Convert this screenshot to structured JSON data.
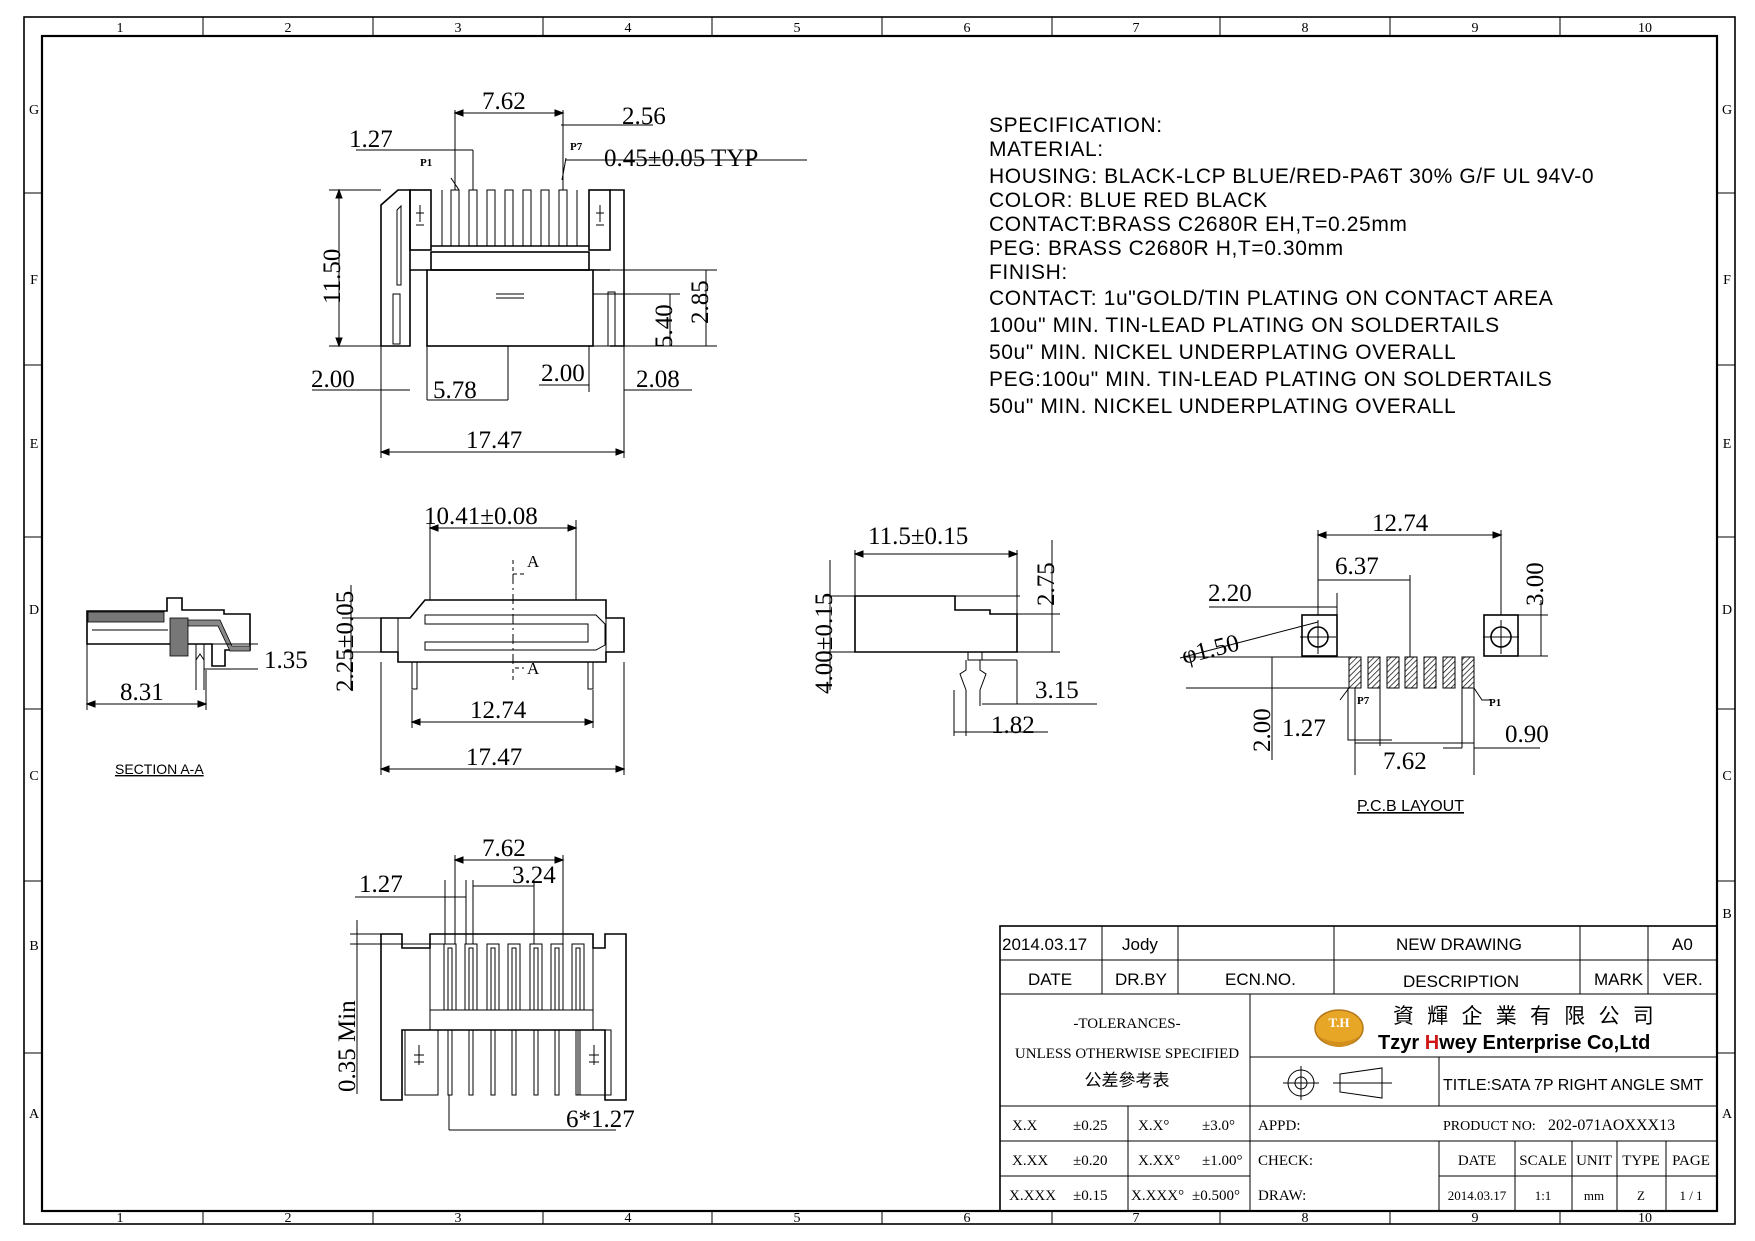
{
  "frame": {
    "col_labels": [
      "1",
      "2",
      "3",
      "4",
      "5",
      "6",
      "7",
      "8",
      "9",
      "10"
    ],
    "row_labels": [
      "G",
      "F",
      "E",
      "D",
      "C",
      "B",
      "A"
    ]
  },
  "spec": {
    "lines": [
      "SPECIFICATION:",
      "MATERIAL:",
      "HOUSING: BLACK-LCP   BLUE/RED-PA6T 30% G/F UL 94V-0",
      "COLOR:   BLUE    RED    BLACK",
      "CONTACT:BRASS  C2680R  EH,T=0.25mm",
      "PEG:  BRASS  C2680R  H,T=0.30mm",
      "FINISH:",
      "CONTACT:  1u\"GOLD/TIN  PLATING  ON  CONTACT  AREA",
      "100u\"  MIN.  TIN-LEAD  PLATING  ON  SOLDERTAILS",
      "50u\"  MIN.  NICKEL  UNDERPLATING  OVERALL",
      "PEG:100u\"  MIN.  TIN-LEAD  PLATING  ON  SOLDERTAILS",
      "50u\"  MIN.  NICKEL  UNDERPLATING  OVERALL"
    ]
  },
  "top_view": {
    "dims": [
      "7.62",
      "2.56",
      "1.27",
      "0.45±0.05  TYP",
      "11.50",
      "2.85",
      "5.40",
      "2.00",
      "5.78",
      "2.00",
      "2.08",
      "17.47"
    ],
    "pin_labels": [
      "P1",
      "P7"
    ]
  },
  "front_view": {
    "dims": [
      "10.41±0.08",
      "2.25±0.05",
      "12.74",
      "17.47"
    ],
    "section_marks": [
      "A",
      "A"
    ]
  },
  "section_view": {
    "dims": [
      "1.35",
      "8.31"
    ],
    "caption": "SECTION  A-A"
  },
  "side_view": {
    "dims": [
      "11.5±0.15",
      "4.00±0.15",
      "2.75",
      "3.15",
      "1.82"
    ]
  },
  "pcb": {
    "dims": [
      "12.74",
      "6.37",
      "2.20",
      "3.00",
      "φ1.50",
      "2.00",
      "1.27",
      "7.62",
      "0.90"
    ],
    "pin_labels": [
      "P7",
      "P1"
    ],
    "caption": "P.C.B  LAYOUT"
  },
  "bottom_view": {
    "dims": [
      "7.62",
      "3.24",
      "1.27",
      "0.35  Min",
      "6*1.27"
    ]
  },
  "title_block": {
    "date_value": "2014.03.17",
    "drawn_by": "Jody",
    "description_value": "NEW  DRAWING",
    "version_value": "A0",
    "hdr_date": "DATE",
    "hdr_drby": "DR.BY",
    "hdr_ecn": "ECN.NO.",
    "hdr_desc": "DESCRIPTION",
    "hdr_mark": "MARK",
    "hdr_ver": "VER.",
    "tol_title": "-TOLERANCES-",
    "tol_sub": "UNLESS OTHERWISE SPECIFIED",
    "tol_cn": "公差參考表",
    "company_cn": "資 輝 企 業 有 限 公 司",
    "company_en_pre": "Tzyr ",
    "company_en_h": "H",
    "company_en_post": "wey Enterprise Co,Ltd",
    "logo_text": "T.H",
    "title_label": "TITLE:",
    "title_value": "SATA 7P RIGHT ANGLE SMT",
    "product_label": "PRODUCT NO:",
    "product_value": "202-071AOXXX13",
    "appd": "APPD:",
    "check": "CHECK:",
    "draw": "DRAW:",
    "tol_rows": [
      [
        "X.X",
        "±0.25",
        "X.X°",
        "±3.0°"
      ],
      [
        "X.XX",
        "±0.20",
        "X.XX°",
        "±1.00°"
      ],
      [
        "X.XXX",
        "±0.15",
        "X.XXX°",
        "±0.500°"
      ]
    ],
    "bottom_headers": [
      "DATE",
      "SCALE",
      "UNIT",
      "TYPE",
      "PAGE"
    ],
    "bottom_values": [
      "2014.03.17",
      "1:1",
      "mm",
      "Z",
      "1 / 1"
    ]
  }
}
